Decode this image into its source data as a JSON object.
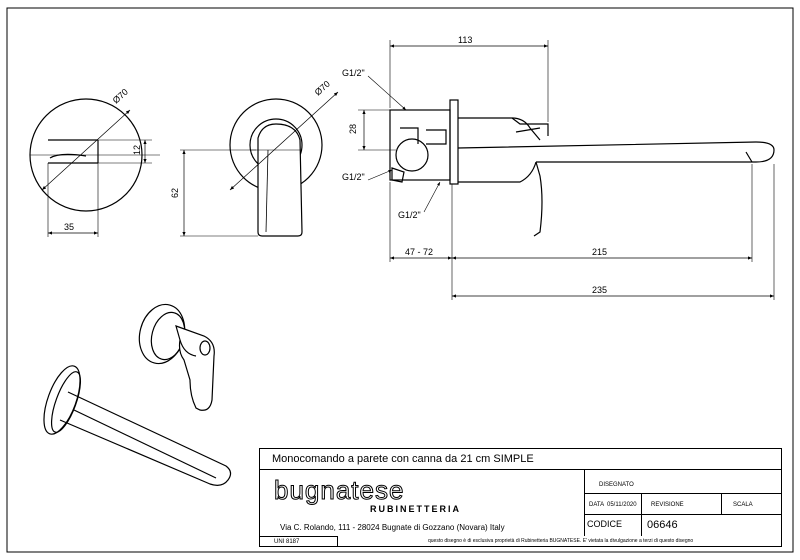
{
  "dimensions": {
    "d_113": "113",
    "g_half_top": "G1/2\"",
    "g_half_mid": "G1/2\"",
    "g_half_bot": "G1/2\"",
    "d_28": "28",
    "d_47_72": "47 - 72",
    "d_215": "215",
    "d_235": "235",
    "phi70_left": "Ø70",
    "phi70_mid": "Ø70",
    "d_12": "12",
    "d_35": "35",
    "d_62": "62"
  },
  "title_block": {
    "title": "Monocomando a parete con canna da 21 cm SIMPLE",
    "logo_text": "bugnatese",
    "logo_sub": "RUBINETTERIA",
    "address": "Via C. Rolando, 111 - 28024 Bugnate di Gozzano (Novara) Italy",
    "uni": "UNI 8187",
    "notice": "questo disegno è di esclusiva proprietà di Rubinetteria BUGNATESE. E' vietata la divulgazione a terzi di questo disegno",
    "disegnato_label": "DISEGNATO",
    "data_label": "DATA",
    "data_value": "05/11/2020",
    "revisione_label": "REVISIONE",
    "scala_label": "SCALA",
    "codice_label": "CODICE",
    "codice_value": "06646"
  }
}
